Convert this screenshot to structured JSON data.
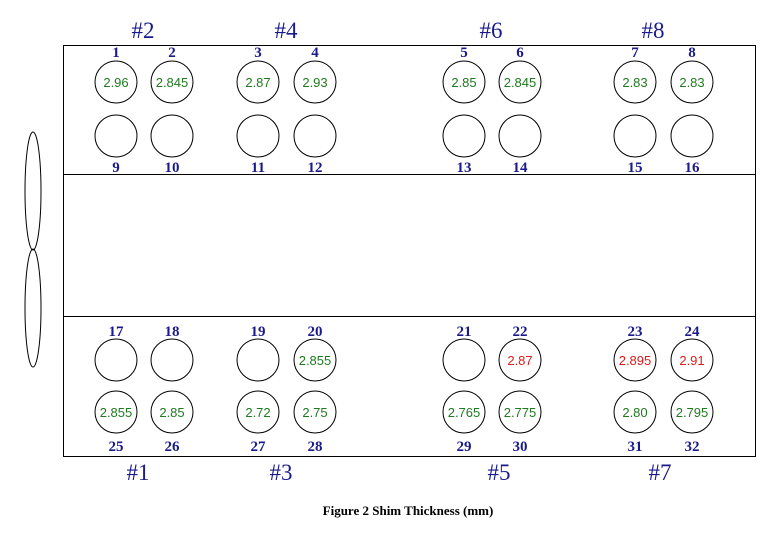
{
  "colors": {
    "background": "#ffffff",
    "outline": "#000000",
    "label": "#1a1a8c",
    "normal_value": "#1f7a1f",
    "flagged_value": "#e01b1b"
  },
  "cylinders": {
    "top": [
      "#2",
      "#4",
      "#6",
      "#8"
    ],
    "bottom": [
      "#1",
      "#3",
      "#5",
      "#7"
    ]
  },
  "shims": [
    {
      "id": "1",
      "value": "2.96",
      "flag": "normal"
    },
    {
      "id": "2",
      "value": "2.845",
      "flag": "normal"
    },
    {
      "id": "3",
      "value": "2.87",
      "flag": "normal"
    },
    {
      "id": "4",
      "value": "2.93",
      "flag": "normal"
    },
    {
      "id": "5",
      "value": "2.85",
      "flag": "normal"
    },
    {
      "id": "6",
      "value": "2.845",
      "flag": "normal"
    },
    {
      "id": "7",
      "value": "2.83",
      "flag": "normal"
    },
    {
      "id": "8",
      "value": "2.83",
      "flag": "normal"
    },
    {
      "id": "9",
      "value": "",
      "flag": "normal"
    },
    {
      "id": "10",
      "value": "",
      "flag": "normal"
    },
    {
      "id": "11",
      "value": "",
      "flag": "normal"
    },
    {
      "id": "12",
      "value": "",
      "flag": "normal"
    },
    {
      "id": "13",
      "value": "",
      "flag": "normal"
    },
    {
      "id": "14",
      "value": "",
      "flag": "normal"
    },
    {
      "id": "15",
      "value": "",
      "flag": "normal"
    },
    {
      "id": "16",
      "value": "",
      "flag": "normal"
    },
    {
      "id": "17",
      "value": "",
      "flag": "normal"
    },
    {
      "id": "18",
      "value": "",
      "flag": "normal"
    },
    {
      "id": "19",
      "value": "",
      "flag": "normal"
    },
    {
      "id": "20",
      "value": "2.855",
      "flag": "normal"
    },
    {
      "id": "21",
      "value": "",
      "flag": "normal"
    },
    {
      "id": "22",
      "value": "2.87",
      "flag": "red"
    },
    {
      "id": "23",
      "value": "2.895",
      "flag": "red"
    },
    {
      "id": "24",
      "value": "2.91",
      "flag": "red"
    },
    {
      "id": "25",
      "value": "2.855",
      "flag": "normal"
    },
    {
      "id": "26",
      "value": "2.85",
      "flag": "normal"
    },
    {
      "id": "27",
      "value": "2.72",
      "flag": "normal"
    },
    {
      "id": "28",
      "value": "2.75",
      "flag": "normal"
    },
    {
      "id": "29",
      "value": "2.765",
      "flag": "normal"
    },
    {
      "id": "30",
      "value": "2.775",
      "flag": "normal"
    },
    {
      "id": "31",
      "value": "2.80",
      "flag": "normal"
    },
    {
      "id": "32",
      "value": "2.795",
      "flag": "normal"
    }
  ],
  "caption": "Figure 2 Shim Thickness (mm)"
}
